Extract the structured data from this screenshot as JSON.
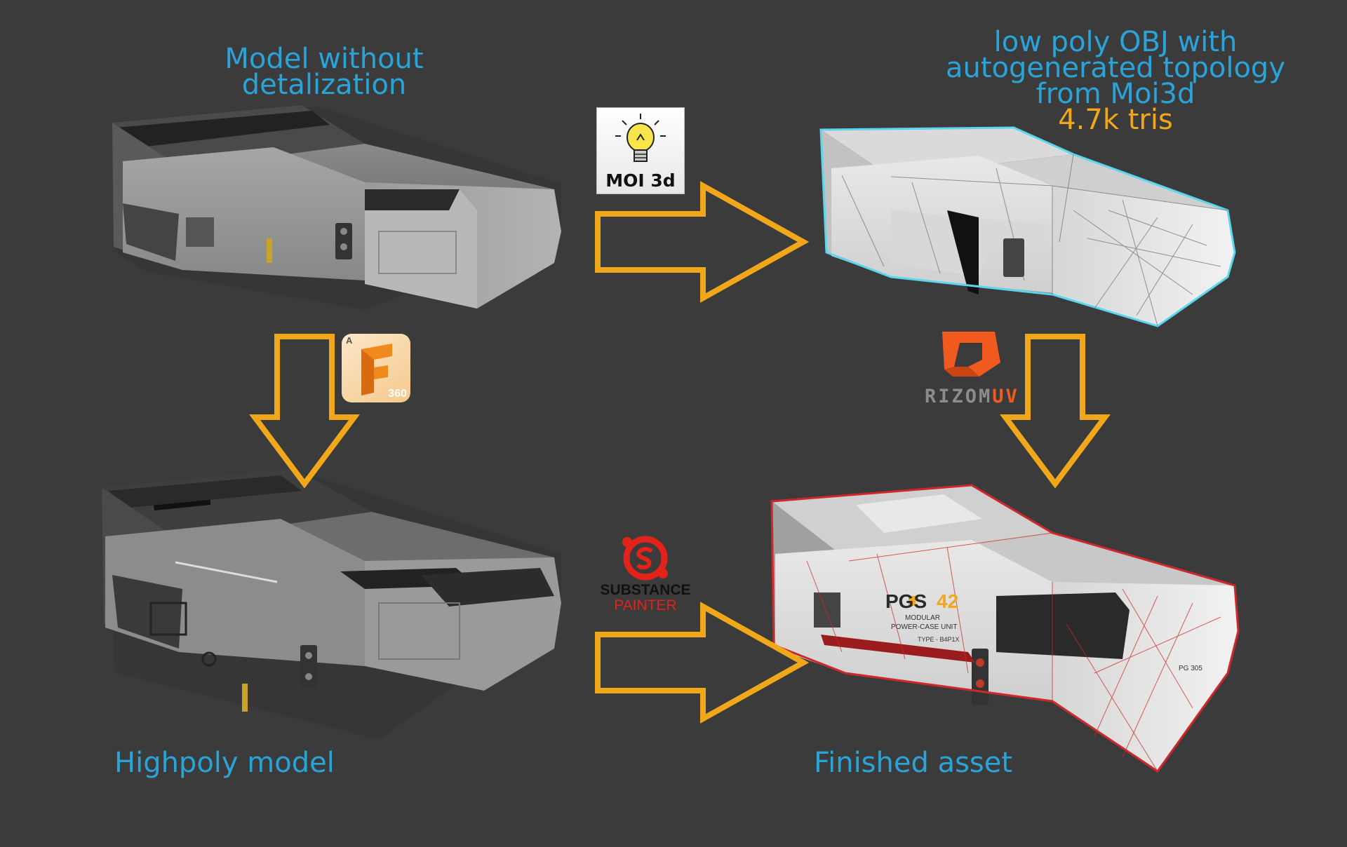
{
  "captions": {
    "top_left_line1": "Model without",
    "top_left_line2": "detalization",
    "top_right_line1": "low poly OBJ with",
    "top_right_line2": "autogenerated topology",
    "top_right_line3": "from Moi3d",
    "top_right_tris": "4.7k tris",
    "bottom_left": "Highpoly model",
    "bottom_right": "Finished asset"
  },
  "logos": {
    "moi": "MOI 3d",
    "fusion_a": "A",
    "fusion_num": "360",
    "rizom_a": "RIZOM",
    "rizom_b": "UV",
    "substance_line1": "SUBSTANCE",
    "substance_line2": "PAINTER"
  },
  "model_labels": {
    "name": "PGS",
    "number": "42",
    "line1": "MODULAR",
    "line2": "POWER-CASE UNIT",
    "type": "TYPE - B4P1X",
    "side": "PG 305"
  },
  "colors": {
    "background": "#3b3b3b",
    "caption": "#2aa4d8",
    "accent": "#f0a81a",
    "wireframe_cyan": "#5ad6ee",
    "wireframe_red": "#d0282a"
  },
  "icons": {
    "moi": "lightbulb-icon",
    "fusion": "fusion360-icon",
    "rizom": "rizomuv-icon",
    "substance": "substance-painter-icon"
  }
}
